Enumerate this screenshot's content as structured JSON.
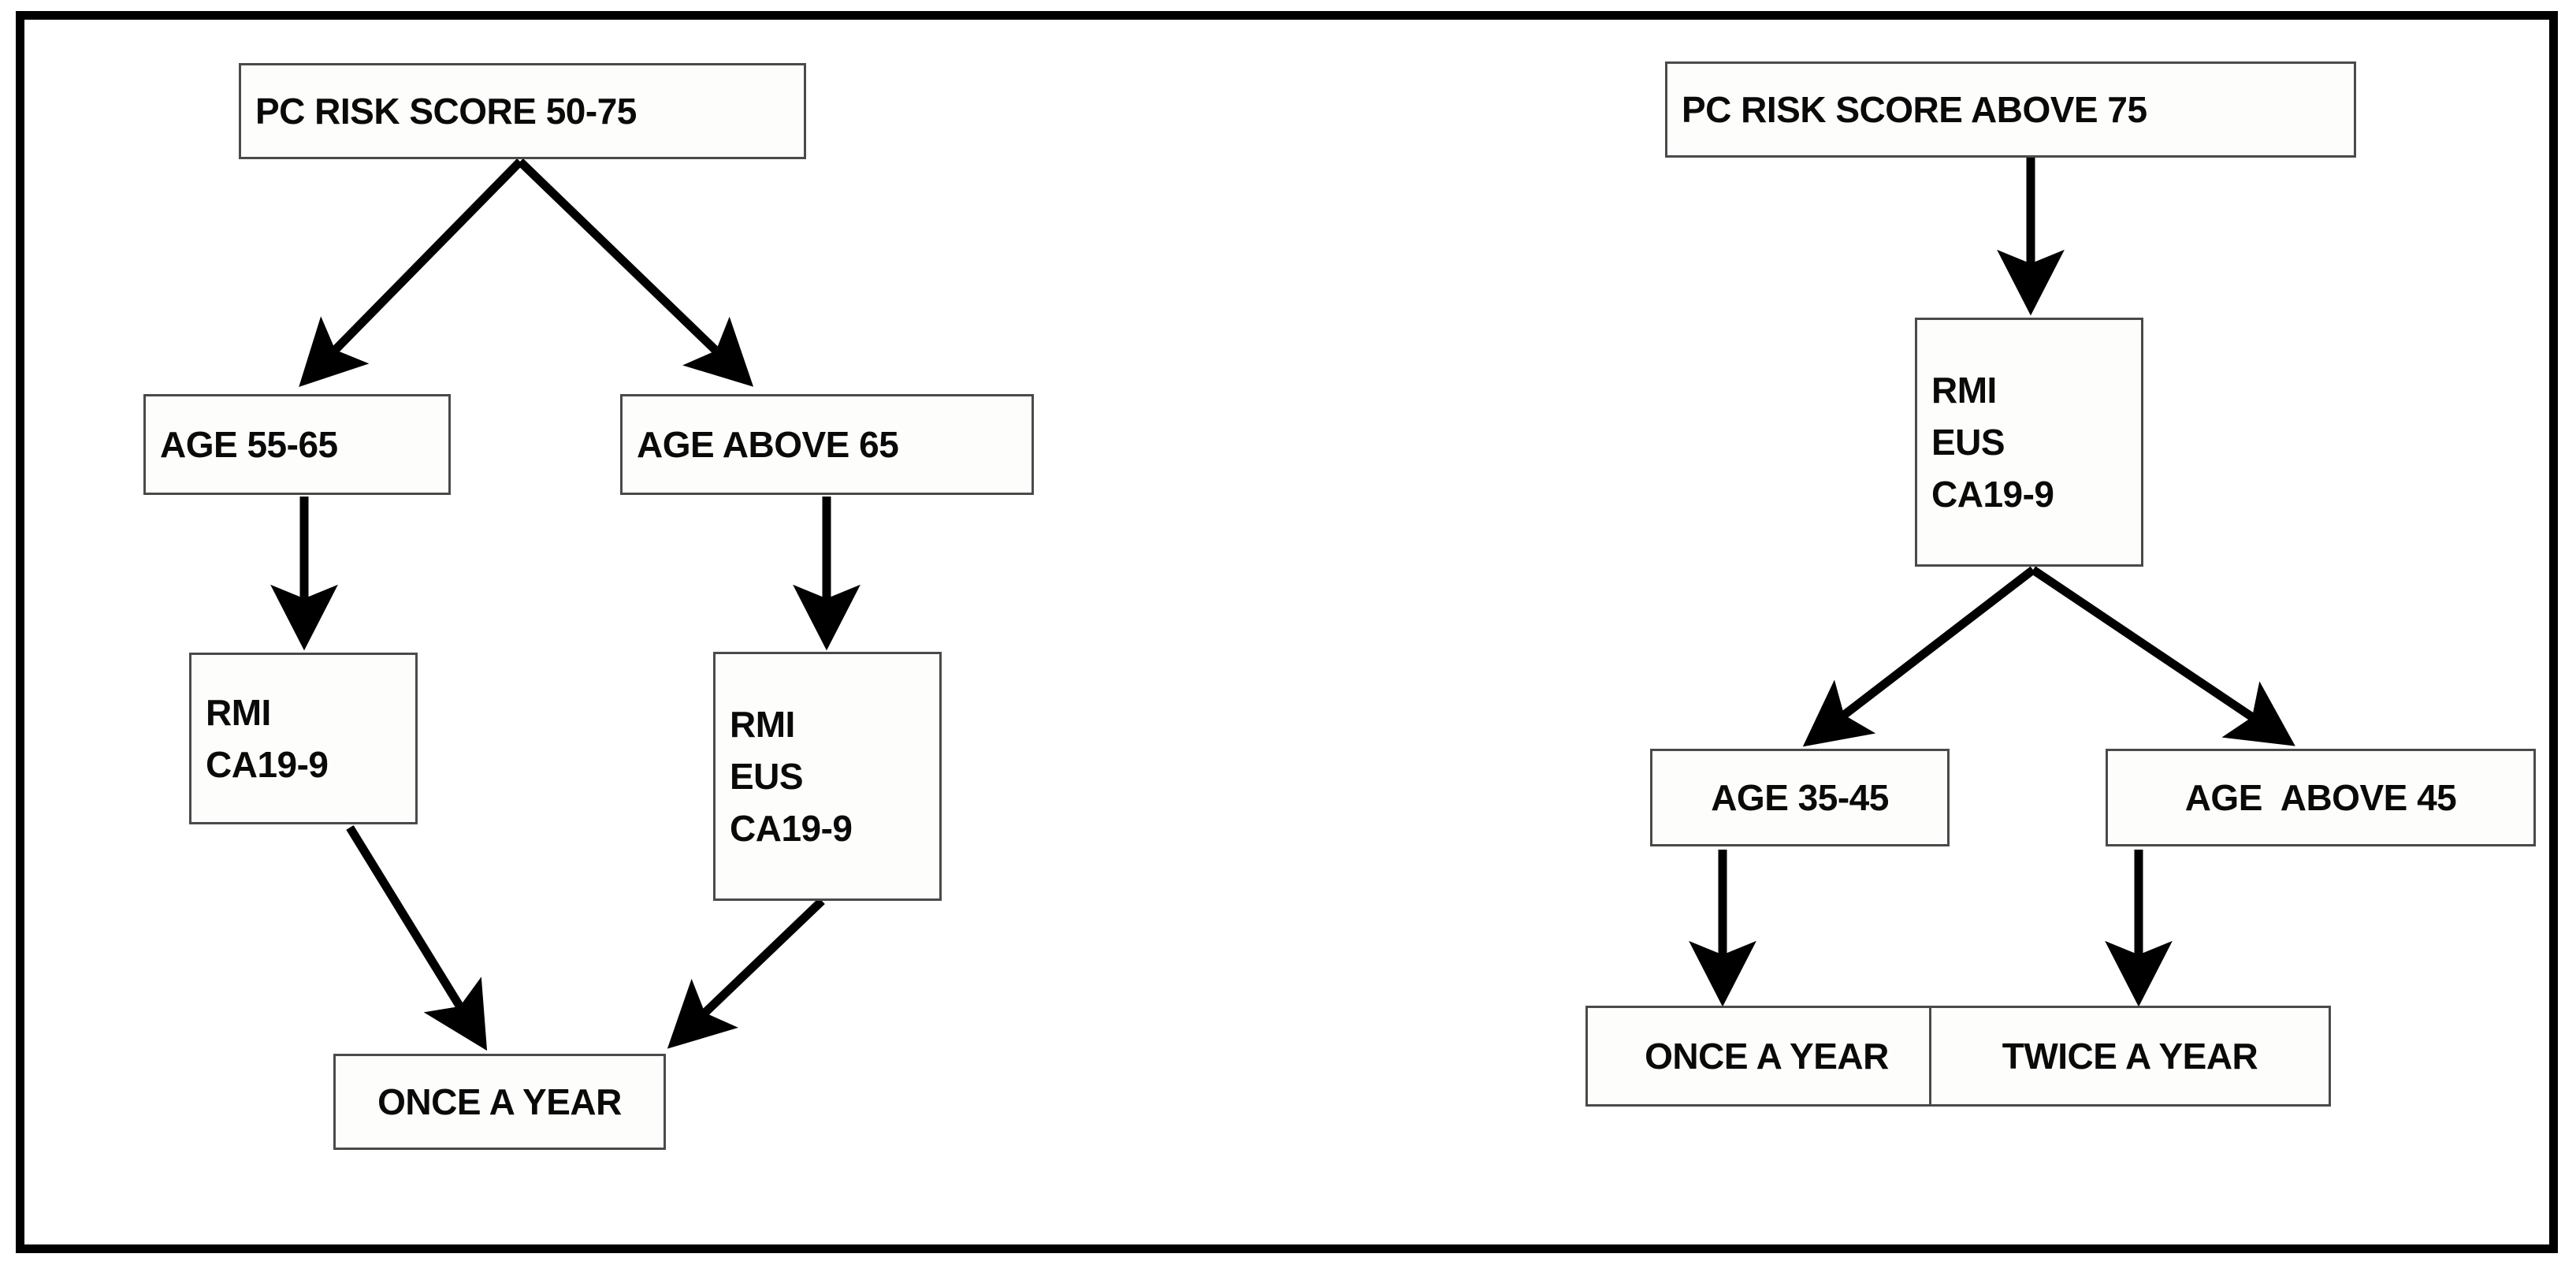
{
  "figure": {
    "type": "flowchart",
    "description": "Pancreatic cancer surveillance decision flowchart with two branches by PC risk score",
    "border_color": "#000000",
    "node_border_color": "#4a4a4a",
    "text_color": "#0a0a0a",
    "arrow_color": "#000000"
  },
  "branches": [
    {
      "id": "left",
      "root": "PC RISK SCORE 50-75",
      "nodes": [
        {
          "id": "L0",
          "lines": [
            "PC RISK SCORE 50-75"
          ]
        },
        {
          "id": "L1",
          "lines": [
            "AGE 55-65"
          ]
        },
        {
          "id": "L2",
          "lines": [
            "AGE ABOVE 65"
          ]
        },
        {
          "id": "L3",
          "lines": [
            "RMI",
            "CA19-9"
          ]
        },
        {
          "id": "L4",
          "lines": [
            "RMI",
            "EUS",
            "CA19-9"
          ]
        },
        {
          "id": "L5",
          "lines": [
            "ONCE A YEAR"
          ]
        }
      ],
      "edges": [
        {
          "from": "L0",
          "to": "L1"
        },
        {
          "from": "L0",
          "to": "L2"
        },
        {
          "from": "L1",
          "to": "L3"
        },
        {
          "from": "L2",
          "to": "L4"
        },
        {
          "from": "L3",
          "to": "L5"
        },
        {
          "from": "L4",
          "to": "L5"
        }
      ]
    },
    {
      "id": "right",
      "root": "PC RISK SCORE ABOVE 75",
      "nodes": [
        {
          "id": "R0",
          "lines": [
            "PC RISK SCORE ABOVE 75"
          ]
        },
        {
          "id": "R1",
          "lines": [
            "RMI",
            "EUS",
            "CA19-9"
          ]
        },
        {
          "id": "R2",
          "lines": [
            "AGE 35-45"
          ]
        },
        {
          "id": "R3",
          "lines": [
            "AGE  ABOVE 45"
          ]
        },
        {
          "id": "R4",
          "lines": [
            "ONCE A YEAR"
          ]
        },
        {
          "id": "R5",
          "lines": [
            "TWICE A YEAR"
          ]
        }
      ],
      "edges": [
        {
          "from": "R0",
          "to": "R1"
        },
        {
          "from": "R1",
          "to": "R2"
        },
        {
          "from": "R1",
          "to": "R3"
        },
        {
          "from": "R2",
          "to": "R4"
        },
        {
          "from": "R3",
          "to": "R5"
        }
      ]
    }
  ],
  "labels": {
    "pc_risk_50_75": "PC RISK SCORE 50-75",
    "age_55_65": "AGE 55-65",
    "age_above_65": "AGE ABOVE 65",
    "rmi_l3_1": "RMI",
    "rmi_l3_2": "CA19-9",
    "rmi_l4_1": "RMI",
    "rmi_l4_2": "EUS",
    "rmi_l4_3": "CA19-9",
    "once_a_year_left": "ONCE A YEAR",
    "pc_risk_above_75": "PC RISK SCORE ABOVE 75",
    "rmi_r1_1": "RMI",
    "rmi_r1_2": "EUS",
    "rmi_r1_3": "CA19-9",
    "age_35_45": "AGE 35-45",
    "age_above_45": "AGE  ABOVE 45",
    "once_a_year_right": "ONCE A YEAR",
    "twice_a_year": "TWICE A YEAR"
  }
}
